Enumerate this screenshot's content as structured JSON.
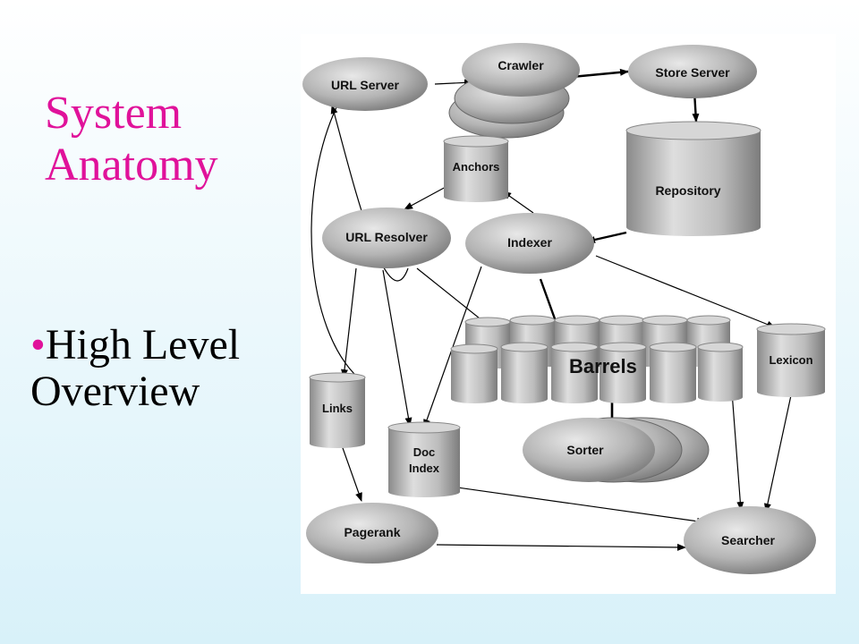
{
  "slide": {
    "title_line1": "System",
    "title_line2": "Anatomy",
    "bullet": "High Level Overview"
  },
  "diagram": {
    "nodes": {
      "url_server": "URL Server",
      "crawler": "Crawler",
      "store_server": "Store Server",
      "repository": "Repository",
      "anchors": "Anchors",
      "url_resolver": "URL Resolver",
      "indexer": "Indexer",
      "barrels": "Barrels",
      "lexicon": "Lexicon",
      "links": "Links",
      "doc_index_line1": "Doc",
      "doc_index_line2": "Index",
      "sorter": "Sorter",
      "pagerank": "Pagerank",
      "searcher": "Searcher"
    }
  },
  "colors": {
    "title": "#e0129a",
    "node_fill": "#b8b8b8",
    "arrow": "#000000"
  }
}
